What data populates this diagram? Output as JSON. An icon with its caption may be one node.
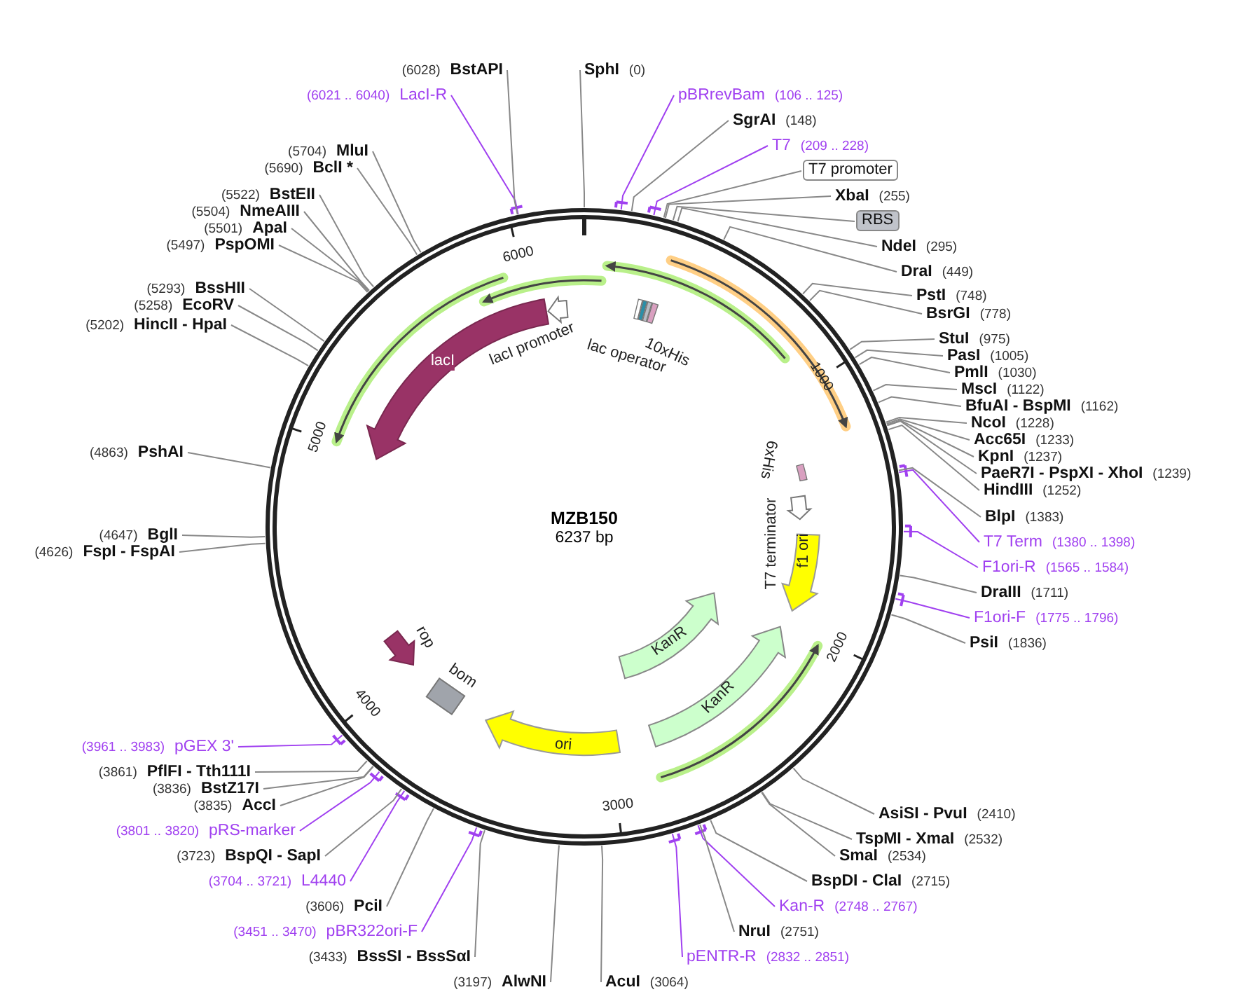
{
  "diagram": {
    "title": "MZB150",
    "nodes": [
      {
        "text": [],
        "shape": "circle"
      },
      {
        "text": [
          "SphI",
          "(0)"
        ]
      },
      {
        "text": [
          "pBRrevBam",
          "(106 .. 125)"
        ]
      },
      {
        "text": [
          "SgrAI",
          "(148)"
        ]
      },
      {
        "text": [
          "T7",
          "(209 .. 228)"
        ]
      },
      {
        "text": [
          "T7 promoter"
        ]
      },
      {
        "text": [
          "XbaI",
          "(255)"
        ]
      },
      {
        "text": [
          "RBS"
        ]
      },
      {
        "text": [
          "NdeI",
          "(295)"
        ]
      },
      {
        "text": [
          "DraI",
          "(449)"
        ]
      },
      {
        "text": [
          "PstI",
          "(748)"
        ]
      },
      {
        "text": [
          "BsrGI",
          "(778)"
        ]
      },
      {
        "text": [
          "StuI",
          "(975)"
        ]
      },
      {
        "text": [
          "PasI",
          "(1005)"
        ]
      },
      {
        "text": [
          "PmlI",
          "(1030)"
        ]
      },
      {
        "text": [
          "MscI",
          "(1122)"
        ]
      },
      {
        "text": [
          "BfuAI - BspMI",
          "(1162)"
        ]
      },
      {
        "text": [
          "NcoI",
          "(1228)"
        ]
      },
      {
        "text": [
          "Acc65I",
          "(1233)"
        ]
      },
      {
        "text": [
          "KpnI",
          "(1237)"
        ]
      },
      {
        "text": [
          "PaeR7I - PspXI - XhoI",
          "(1239)"
        ]
      },
      {
        "text": [
          "HindIII",
          "(1252)"
        ]
      },
      {
        "text": [
          "BlpI",
          "(1383)"
        ]
      },
      {
        "text": [
          "T7 Term",
          "(1380 .. 1398)"
        ]
      },
      {
        "text": [
          "F1ori-R",
          "(1565 .. 1584)"
        ]
      },
      {
        "text": [
          "DraIII",
          "(1711)"
        ]
      },
      {
        "text": [
          "F1ori-F",
          "(1775 .. 1796)"
        ]
      },
      {
        "text": [
          "PsiI",
          "(1836)"
        ]
      },
      {
        "text": [
          "AsiSI - PvuI",
          "(2410)"
        ]
      },
      {
        "text": [
          "TspMI - XmaI",
          "(2532)"
        ]
      },
      {
        "text": [
          "SmaI",
          "(2534)"
        ]
      },
      {
        "text": [
          "BspDI - ClaI",
          "(2715)"
        ]
      },
      {
        "text": [
          "Kan-R",
          "(2748 .. 2767)"
        ]
      },
      {
        "text": [
          "NruI",
          "(2751)"
        ]
      },
      {
        "text": [
          "pENTR-R",
          "(2832 .. 2851)"
        ]
      },
      {
        "text": [
          "AcuI",
          "(3064)"
        ]
      },
      {
        "text": [
          "(3197)",
          "AlwNI"
        ]
      },
      {
        "text": [
          "(3433)",
          "BssSI - BssSαI"
        ]
      },
      {
        "text": [
          "(3451 .. 3470)",
          "pBR322ori-F"
        ]
      },
      {
        "text": [
          "(3606)",
          "PciI"
        ]
      },
      {
        "text": [
          "(3704 .. 3721)",
          "L4440"
        ]
      },
      {
        "text": [
          "(3723)",
          "BspQI - SapI"
        ]
      },
      {
        "text": [
          "(3801 .. 3820)",
          "pRS-marker"
        ]
      },
      {
        "text": [
          "(3835)",
          "AccI"
        ]
      },
      {
        "text": [
          "(3836)",
          "BstZ17I"
        ]
      },
      {
        "text": [
          "(3861)",
          "PflFI - Tth111I"
        ]
      },
      {
        "text": [
          "(3961 .. 3983)",
          "pGEX 3'"
        ]
      },
      {
        "text": [
          "(4626)",
          "FspI - FspAI"
        ]
      },
      {
        "text": [
          "(4647)",
          "BglI"
        ]
      },
      {
        "text": [
          "(4863)",
          "PshAI"
        ]
      },
      {
        "text": [
          "(5202)",
          "HincII - HpaI"
        ]
      },
      {
        "text": [
          "(5258)",
          "EcoRV"
        ]
      },
      {
        "text": [
          "(5293)",
          "BssHII"
        ]
      },
      {
        "text": [
          "(5497)",
          "PspOMI"
        ]
      },
      {
        "text": [
          "(5501)",
          "ApaI"
        ]
      },
      {
        "text": [
          "(5504)",
          "NmeAIII"
        ]
      },
      {
        "text": [
          "(5522)",
          "BstEII"
        ]
      },
      {
        "text": [
          "(5690)",
          "BclI *"
        ]
      },
      {
        "text": [
          "(5704)",
          "MluI"
        ]
      },
      {
        "text": [
          "(6021 .. 6040)",
          "LacI-R"
        ]
      },
      {
        "text": [
          "(6028)",
          "BstAPI"
        ]
      },
      {
        "text": [
          "lacI promoter"
        ],
        "in": 0
      },
      {
        "text": [
          "lacI"
        ],
        "in": 0
      },
      {
        "text": [
          "lac operator"
        ],
        "in": 0
      },
      {
        "text": [
          "10xHis"
        ],
        "in": 0
      },
      {
        "text": [
          "6xHis"
        ],
        "in": 0
      },
      {
        "text": [
          "T7 terminator"
        ],
        "in": 0
      },
      {
        "text": [
          "f1 ori"
        ],
        "in": 0
      },
      {
        "text": [
          "KanR"
        ],
        "in": 0
      },
      {
        "text": [
          "KanR"
        ],
        "in": 0
      },
      {
        "text": [
          "ori"
        ],
        "in": 0
      },
      {
        "text": [
          "rop"
        ],
        "in": 0
      },
      {
        "text": [
          "bom"
        ],
        "in": 0
      }
    ],
    "edges": [
      {
        "from": 1,
        "to": 0,
        "arrow": "none"
      },
      {
        "from": 2,
        "to": 0,
        "arrow": "none",
        "color": "#a040f0"
      },
      {
        "from": 3,
        "to": 0,
        "arrow": "none"
      },
      {
        "from": 4,
        "to": 0,
        "arrow": "none",
        "color": "#a040f0"
      },
      {
        "from": 5,
        "to": 0,
        "arrow": "none"
      },
      {
        "from": 6,
        "to": 0,
        "arrow": "none"
      },
      {
        "from": 7,
        "to": 0,
        "arrow": "none"
      },
      {
        "from": 8,
        "to": 0,
        "arrow": "none"
      },
      {
        "from": 9,
        "to": 0,
        "arrow": "none"
      },
      {
        "from": 10,
        "to": 0,
        "arrow": "none"
      },
      {
        "from": 11,
        "to": 0,
        "arrow": "none"
      },
      {
        "from": 12,
        "to": 0,
        "arrow": "none"
      },
      {
        "from": 13,
        "to": 0,
        "arrow": "none"
      },
      {
        "from": 14,
        "to": 0,
        "arrow": "none"
      },
      {
        "from": 15,
        "to": 0,
        "arrow": "none"
      },
      {
        "from": 16,
        "to": 0,
        "arrow": "none"
      },
      {
        "from": 17,
        "to": 0,
        "arrow": "none"
      },
      {
        "from": 18,
        "to": 0,
        "arrow": "none"
      },
      {
        "from": 19,
        "to": 0,
        "arrow": "none"
      },
      {
        "from": 20,
        "to": 0,
        "arrow": "none"
      },
      {
        "from": 21,
        "to": 0,
        "arrow": "none"
      },
      {
        "from": 22,
        "to": 0,
        "arrow": "none"
      },
      {
        "from": 23,
        "to": 0,
        "arrow": "none",
        "color": "#a040f0"
      },
      {
        "from": 24,
        "to": 0,
        "arrow": "none",
        "color": "#a040f0"
      },
      {
        "from": 25,
        "to": 0,
        "arrow": "none"
      },
      {
        "from": 26,
        "to": 0,
        "arrow": "none",
        "color": "#a040f0"
      },
      {
        "from": 27,
        "to": 0,
        "arrow": "none"
      },
      {
        "from": 28,
        "to": 0,
        "arrow": "none"
      },
      {
        "from": 29,
        "to": 0,
        "arrow": "none"
      },
      {
        "from": 30,
        "to": 0,
        "arrow": "none"
      },
      {
        "from": 31,
        "to": 0,
        "arrow": "none"
      },
      {
        "from": 32,
        "to": 0,
        "arrow": "none",
        "color": "#a040f0"
      },
      {
        "from": 33,
        "to": 0,
        "arrow": "none"
      },
      {
        "from": 34,
        "to": 0,
        "arrow": "none",
        "color": "#a040f0"
      },
      {
        "from": 35,
        "to": 0,
        "arrow": "none"
      },
      {
        "from": 36,
        "to": 0,
        "arrow": "none"
      },
      {
        "from": 37,
        "to": 0,
        "arrow": "none"
      },
      {
        "from": 38,
        "to": 0,
        "arrow": "none",
        "color": "#a040f0"
      },
      {
        "from": 39,
        "to": 0,
        "arrow": "none"
      },
      {
        "from": 40,
        "to": 0,
        "arrow": "none",
        "color": "#a040f0"
      },
      {
        "from": 41,
        "to": 0,
        "arrow": "none"
      },
      {
        "from": 42,
        "to": 0,
        "arrow": "none",
        "color": "#a040f0"
      },
      {
        "from": 43,
        "to": 0,
        "arrow": "none"
      },
      {
        "from": 44,
        "to": 0,
        "arrow": "none"
      },
      {
        "from": 45,
        "to": 0,
        "arrow": "none"
      },
      {
        "from": 46,
        "to": 0,
        "arrow": "none",
        "color": "#a040f0"
      },
      {
        "from": 47,
        "to": 0,
        "arrow": "none"
      },
      {
        "from": 48,
        "to": 0,
        "arrow": "none"
      },
      {
        "from": 49,
        "to": 0,
        "arrow": "none"
      },
      {
        "from": 50,
        "to": 0,
        "arrow": "none"
      },
      {
        "from": 51,
        "to": 0,
        "arrow": "none"
      },
      {
        "from": 52,
        "to": 0,
        "arrow": "none"
      },
      {
        "from": 53,
        "to": 0,
        "arrow": "none"
      },
      {
        "from": 54,
        "to": 0,
        "arrow": "none"
      },
      {
        "from": 55,
        "to": 0,
        "arrow": "none"
      },
      {
        "from": 56,
        "to": 0,
        "arrow": "none"
      },
      {
        "from": 57,
        "to": 0,
        "arrow": "none"
      },
      {
        "from": 58,
        "to": 0,
        "arrow": "none"
      },
      {
        "from": 59,
        "to": 0,
        "arrow": "none",
        "color": "#a040f0"
      },
      {
        "from": 60,
        "to": 0,
        "arrow": "none"
      }
    ],
    "labels": [
      "6237 bp",
      "1000",
      "2000",
      "3000",
      "4000",
      "5000",
      "6000"
    ]
  }
}
